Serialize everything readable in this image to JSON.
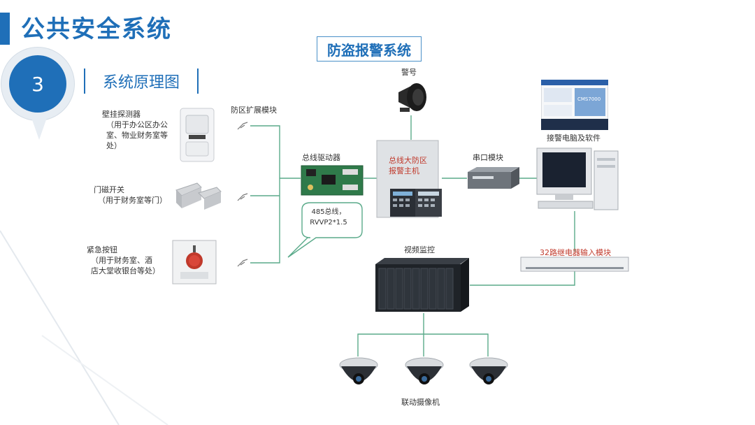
{
  "header": {
    "title": "公共安全系统"
  },
  "section": {
    "number": "3",
    "subtitle": "系统原理图"
  },
  "diagram": {
    "title": "防盗报警系统",
    "labels": {
      "siren": "警号",
      "zone_module": "防区扩展模块",
      "wall_detector": [
        "壁挂探测器",
        "（用于办公区办公",
        "室、物业财务室等",
        "处）"
      ],
      "door_switch": [
        "门磁开关",
        "（用于财务室等门）"
      ],
      "panic_button": [
        "紧急按钮",
        "（用于财务室、酒",
        "店大堂收银台等处）"
      ],
      "bus_driver": "总线驱动器",
      "host": [
        "总线大防区",
        "报警主机"
      ],
      "serial_module": "串口模块",
      "alarm_pc": "接警电脑及软件",
      "bus_note": [
        "485总线，",
        "RVVP2*1.5"
      ],
      "video": "视频监控",
      "relay": "32路继电器输入模块",
      "cameras": "联动摄像机"
    },
    "pc_screen_text": "CMS7000"
  },
  "colors": {
    "accent": "#1f6fb8",
    "wire": "#5aaa8a",
    "red_label": "#c0392b"
  }
}
